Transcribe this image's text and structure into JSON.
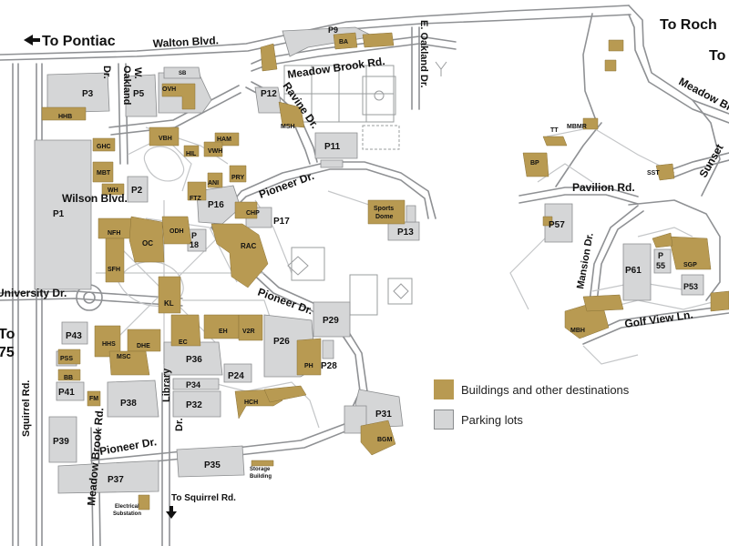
{
  "colors": {
    "building": "#b89a52",
    "parking": "#d5d6d7",
    "parking_stroke": "#8a8c8e",
    "road": "#8f9194",
    "path": "#c4c6c8",
    "text": "#111111"
  },
  "roads": {
    "walton": "Walton Blvd.",
    "meadow_brook": "Meadow Brook Rd.",
    "e_oakland": "E. Oakland Dr.",
    "ravine": "Ravine Dr.",
    "w_oakland_1": "W.",
    "w_oakland_2": "Oakland",
    "w_oakland_3": "Dr.",
    "wilson": "Wilson Blvd.",
    "university": "University Dr.",
    "pioneer_top": "Pioneer Dr.",
    "pioneer_mid": "Pioneer Dr.",
    "pioneer_bottom": "Pioneer Dr.",
    "library_1": "Library",
    "library_2": "Dr.",
    "squirrel": "Squirrel Rd.",
    "meadow_brook_rd_left": "Meadow Brook Rd.",
    "pavilion": "Pavilion Rd.",
    "mansion": "Mansion Dr.",
    "golf_view": "Golf View Ln.",
    "meadow_right": "Meadow Br",
    "sunset": "Sunset"
  },
  "directions": {
    "to_pontiac": "To Pontiac",
    "to_rochester": "To Roch",
    "to_right_2": "To",
    "to_left_1": "To",
    "to_left_2": "75",
    "to_squirrel": "To Squirrel Rd."
  },
  "buildings": {
    "hhb": "HHB",
    "ovh": "OVH",
    "sb": "SB",
    "ghc": "GHC",
    "vbh": "VBH",
    "ham": "HAM",
    "hil": "HIL",
    "vwh": "VWH",
    "mbt": "MBT",
    "wh": "WH",
    "pry": "PRY",
    "ani": "ANI",
    "ftz": "FTZ",
    "chp": "CHP",
    "nfh": "NFH",
    "oc": "OC",
    "odh": "ODH",
    "rac": "RAC",
    "sfh": "SFH",
    "kl": "KL",
    "hhs": "HHS",
    "dhe": "DHE",
    "msc": "MSC",
    "ec": "EC",
    "eh": "EH",
    "v2r": "V2R",
    "pss": "PSS",
    "bb": "BB",
    "fm": "FM",
    "hch": "HCH",
    "ph": "PH",
    "bgm": "BGM",
    "ba": "BA",
    "msh": "MSH",
    "sports_dome_1": "Sports",
    "sports_dome_2": "Dome",
    "tt": "TT",
    "mbmr": "MBMR",
    "bp": "BP",
    "sst": "SST",
    "sgp": "SGP",
    "mbh": "MBH",
    "storage_1": "Storage",
    "storage_2": "Building",
    "electrical_1": "Electrical",
    "electrical_2": "Substation"
  },
  "parking": {
    "p3": "P3",
    "p5": "P5",
    "p9": "P9",
    "p12": "P12",
    "p11": "P11",
    "p2": "P2",
    "p1": "P1",
    "p16": "P16",
    "p17": "P17",
    "p18_1": "P",
    "p18_2": "18",
    "p13": "P13",
    "p29": "P29",
    "p26": "P26",
    "p28": "P28",
    "p36": "P36",
    "p24": "P24",
    "p34": "P34",
    "p32": "P32",
    "p38": "P38",
    "p43": "P43",
    "p41": "P41",
    "p39": "P39",
    "p37": "P37",
    "p35": "P35",
    "p31": "P31",
    "p57": "P57",
    "p61": "P61",
    "p55_1": "P",
    "p55_2": "55",
    "p53": "P53"
  },
  "legend": {
    "buildings": "Buildings and other destinations",
    "parking": "Parking lots"
  }
}
